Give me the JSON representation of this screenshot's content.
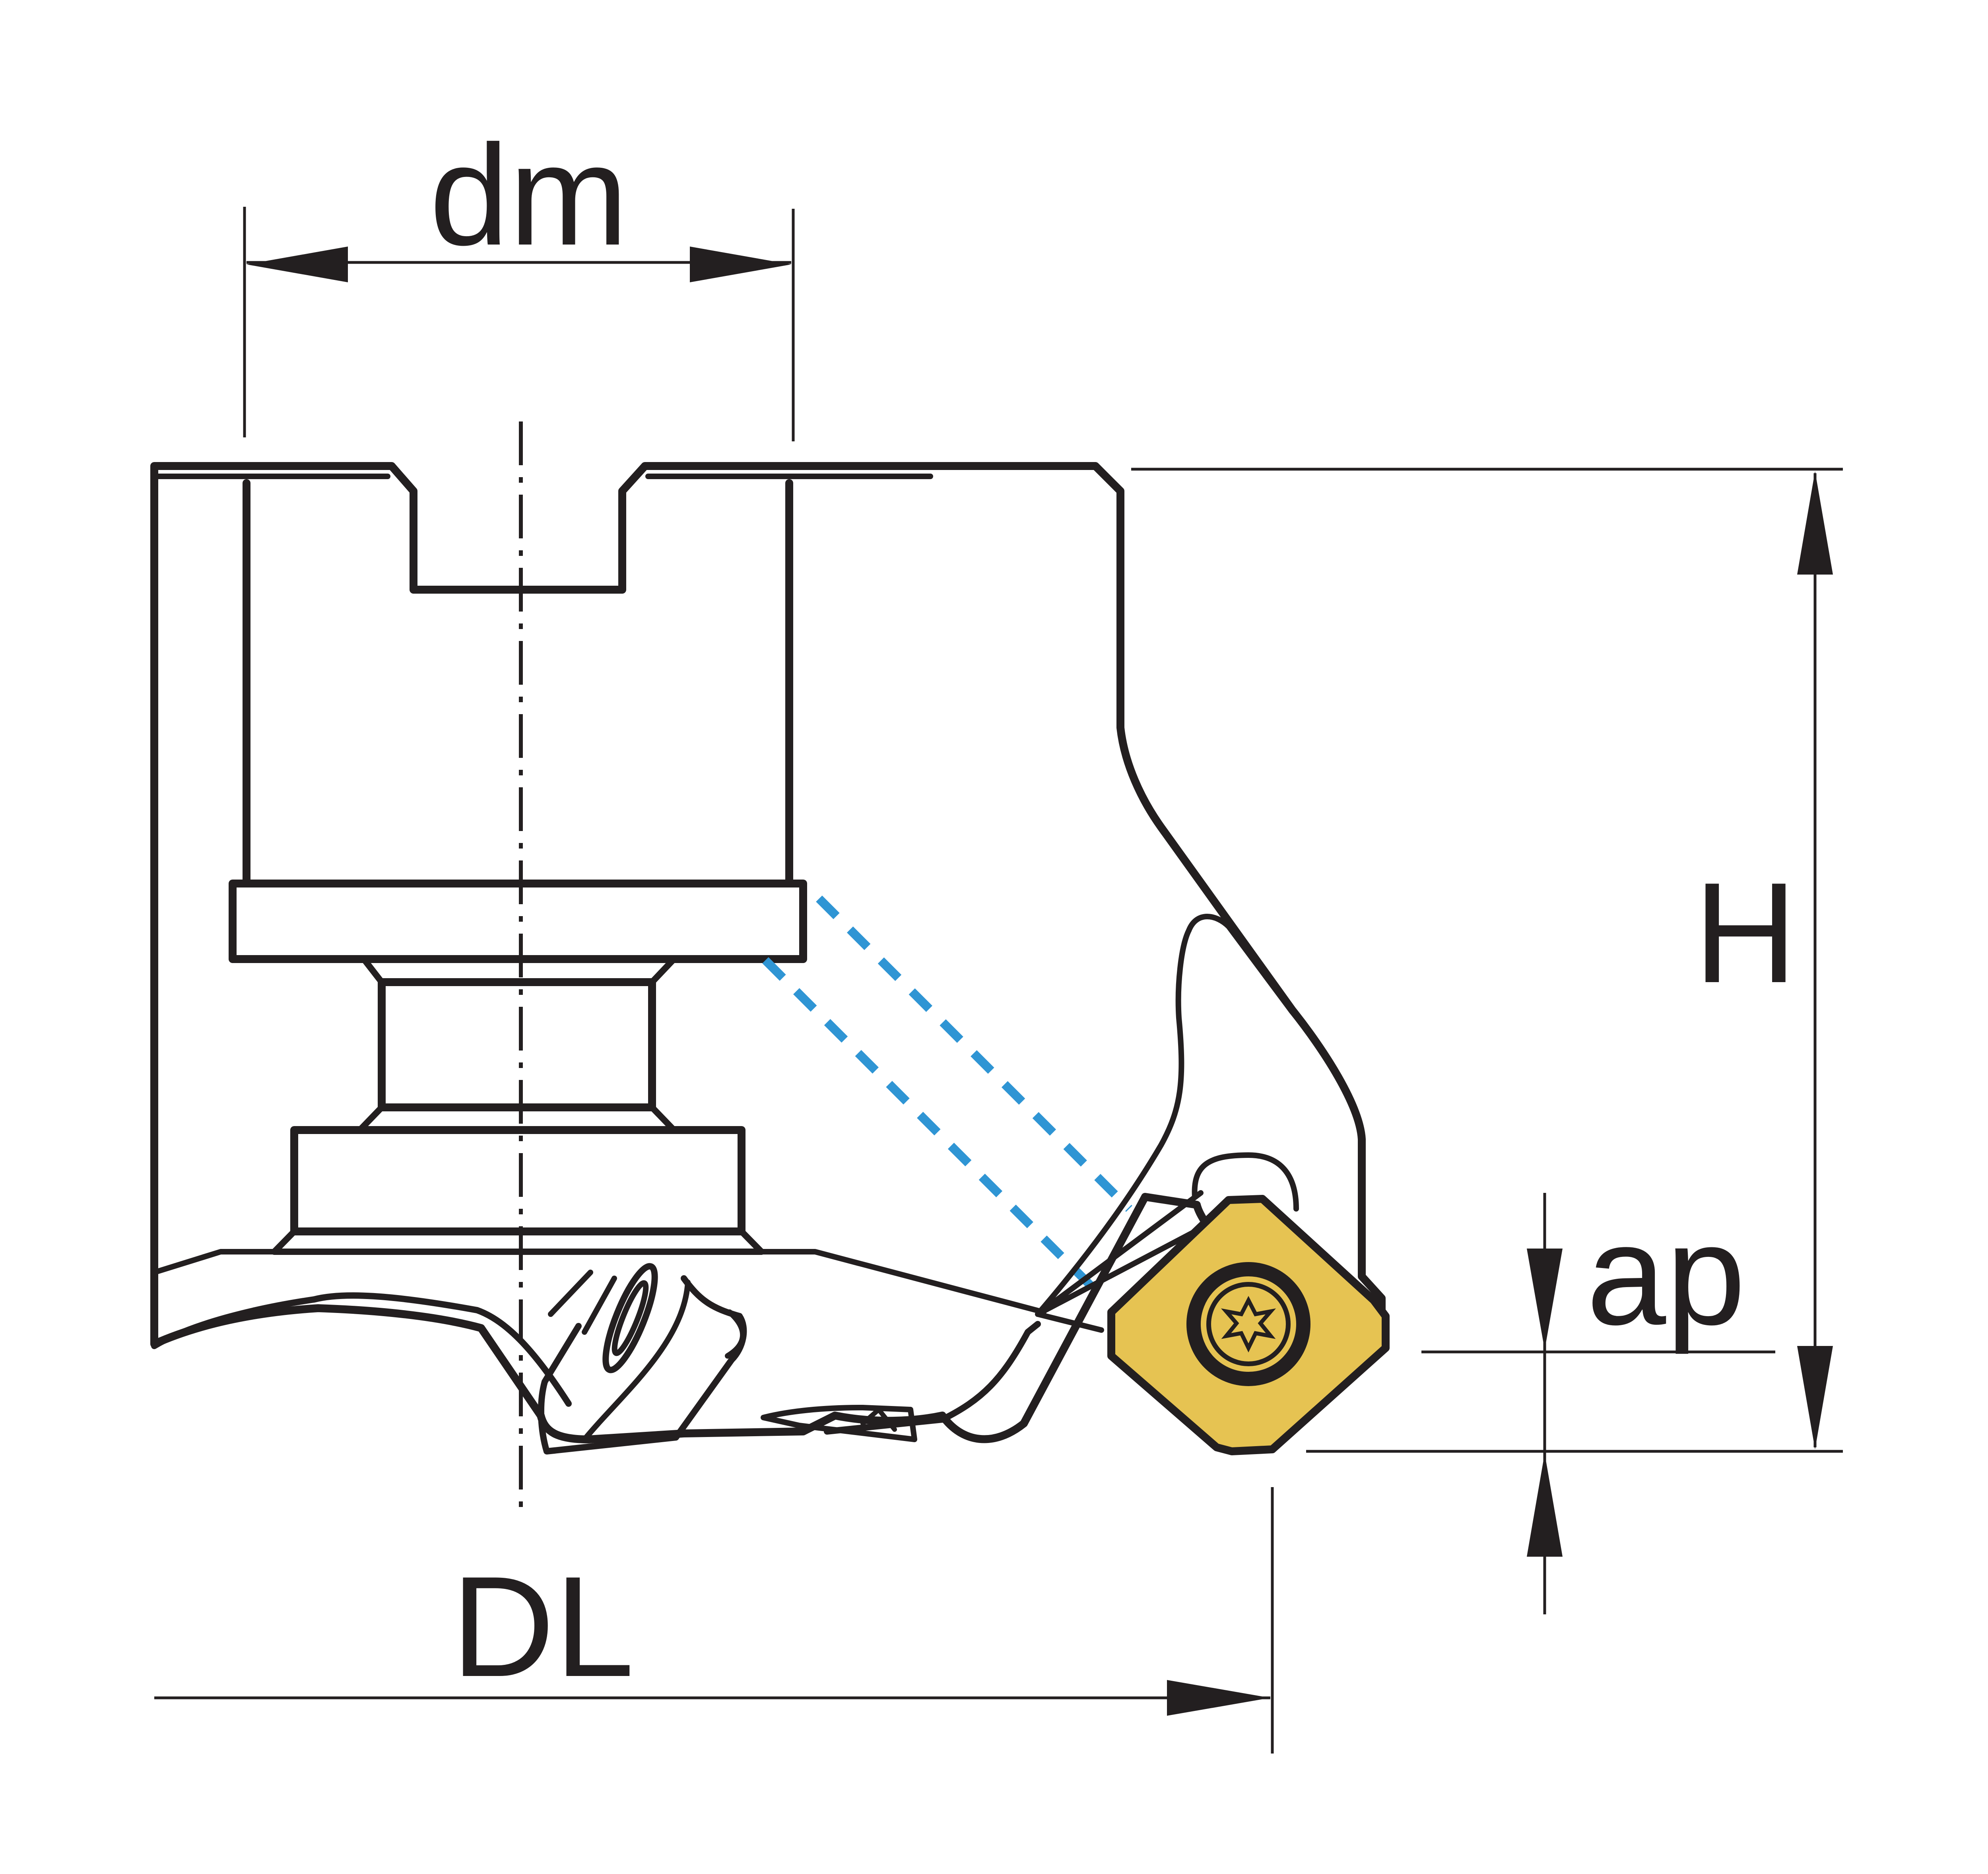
{
  "labels": {
    "dm": "dm",
    "H": "H",
    "ap": "ap",
    "DL": "DL"
  },
  "colors": {
    "body": "#cfd9e0",
    "outline": "#231f20",
    "insert": "#e6c352",
    "coolant": "#2f95d4",
    "background": "#ffffff"
  }
}
